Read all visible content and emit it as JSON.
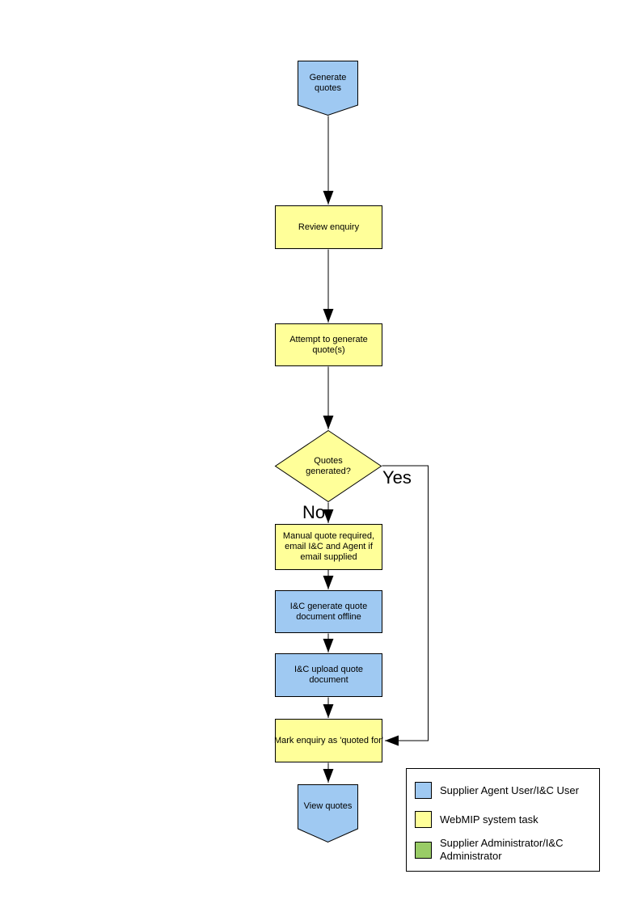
{
  "nodes": {
    "generate_quotes": {
      "label": "Generate quotes"
    },
    "review_enquiry": {
      "label": "Review enquiry"
    },
    "attempt_generate": {
      "label": "Attempt to generate quote(s)"
    },
    "quotes_generated": {
      "label": "Quotes generated?"
    },
    "manual_quote": {
      "label": "Manual quote required, email I&C and Agent if email supplied"
    },
    "ic_generate_offline": {
      "label": "I&C generate quote document offline"
    },
    "ic_upload": {
      "label": "I&C upload quote document"
    },
    "mark_enquiry": {
      "label": "Mark enquiry as 'quoted for'"
    },
    "view_quotes": {
      "label": "View quotes"
    }
  },
  "branches": {
    "yes": "Yes",
    "no": "No"
  },
  "colors": {
    "agent_user_fill": "#9FC9F2",
    "system_task_fill": "#FFFF99",
    "administrator_fill": "#99CC66",
    "shape_border": "#000000",
    "connector": "#000000"
  },
  "legend": {
    "items": [
      {
        "color": "#9FC9F2",
        "label": "Supplier Agent User/I&C User"
      },
      {
        "color": "#FFFF99",
        "label": "WebMIP system task"
      },
      {
        "color": "#99CC66",
        "label": "Supplier Administrator/I&C Administrator"
      }
    ]
  }
}
